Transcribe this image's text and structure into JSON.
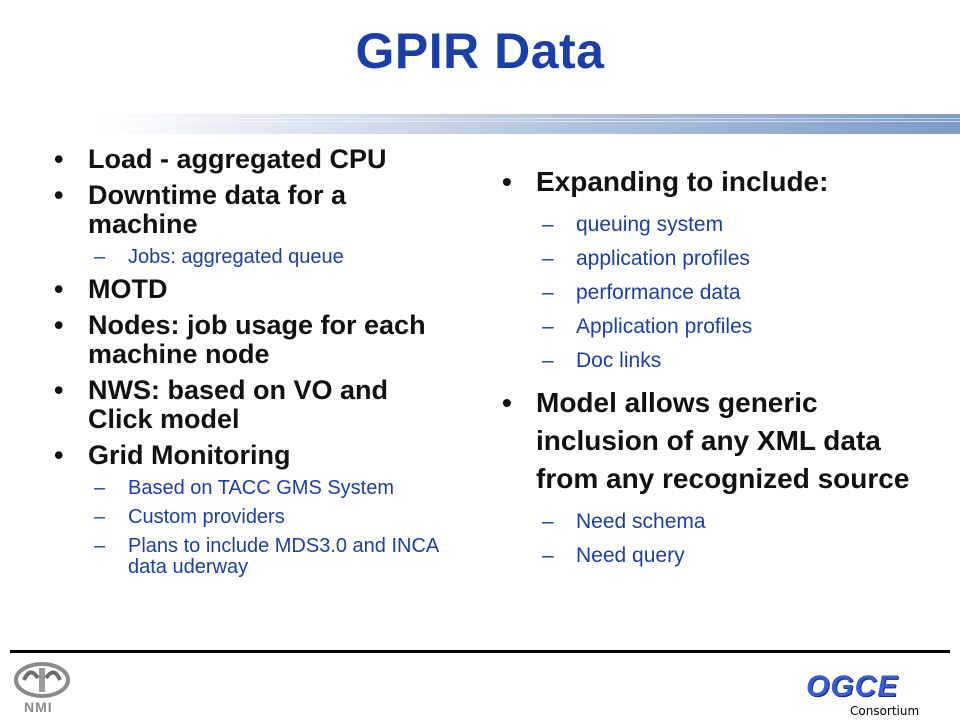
{
  "title": "GPIR Data",
  "left": {
    "items": [
      {
        "label": "Load - aggregated CPU",
        "subs": []
      },
      {
        "label": "Downtime data for a machine",
        "subs": [
          "Jobs: aggregated queue"
        ]
      },
      {
        "label": "MOTD",
        "subs": []
      },
      {
        "label": "Nodes: job usage for each machine node",
        "subs": []
      },
      {
        "label": "NWS: based on VO and Click model",
        "subs": []
      },
      {
        "label": "Grid Monitoring",
        "subs": [
          "Based on TACC GMS System",
          "Custom providers",
          "Plans to include MDS3.0 and INCA data uderway"
        ]
      }
    ]
  },
  "right": {
    "items": [
      {
        "label": "Expanding to include:",
        "subs": [
          "queuing system",
          "application profiles",
          "performance data",
          "Application profiles",
          "Doc links"
        ]
      },
      {
        "label": "Model allows generic inclusion of any XML data from any recognized source",
        "subs": [
          "Need schema",
          "Need query"
        ]
      }
    ]
  },
  "footer": {
    "left_logo_text": "NMI",
    "right_logo_text": "OGCE",
    "right_logo_subtext": "Consortium"
  },
  "colors": {
    "title": "#1a3fa8",
    "sub_bullet": "#1a3fa8",
    "main_bullet": "#111111"
  }
}
